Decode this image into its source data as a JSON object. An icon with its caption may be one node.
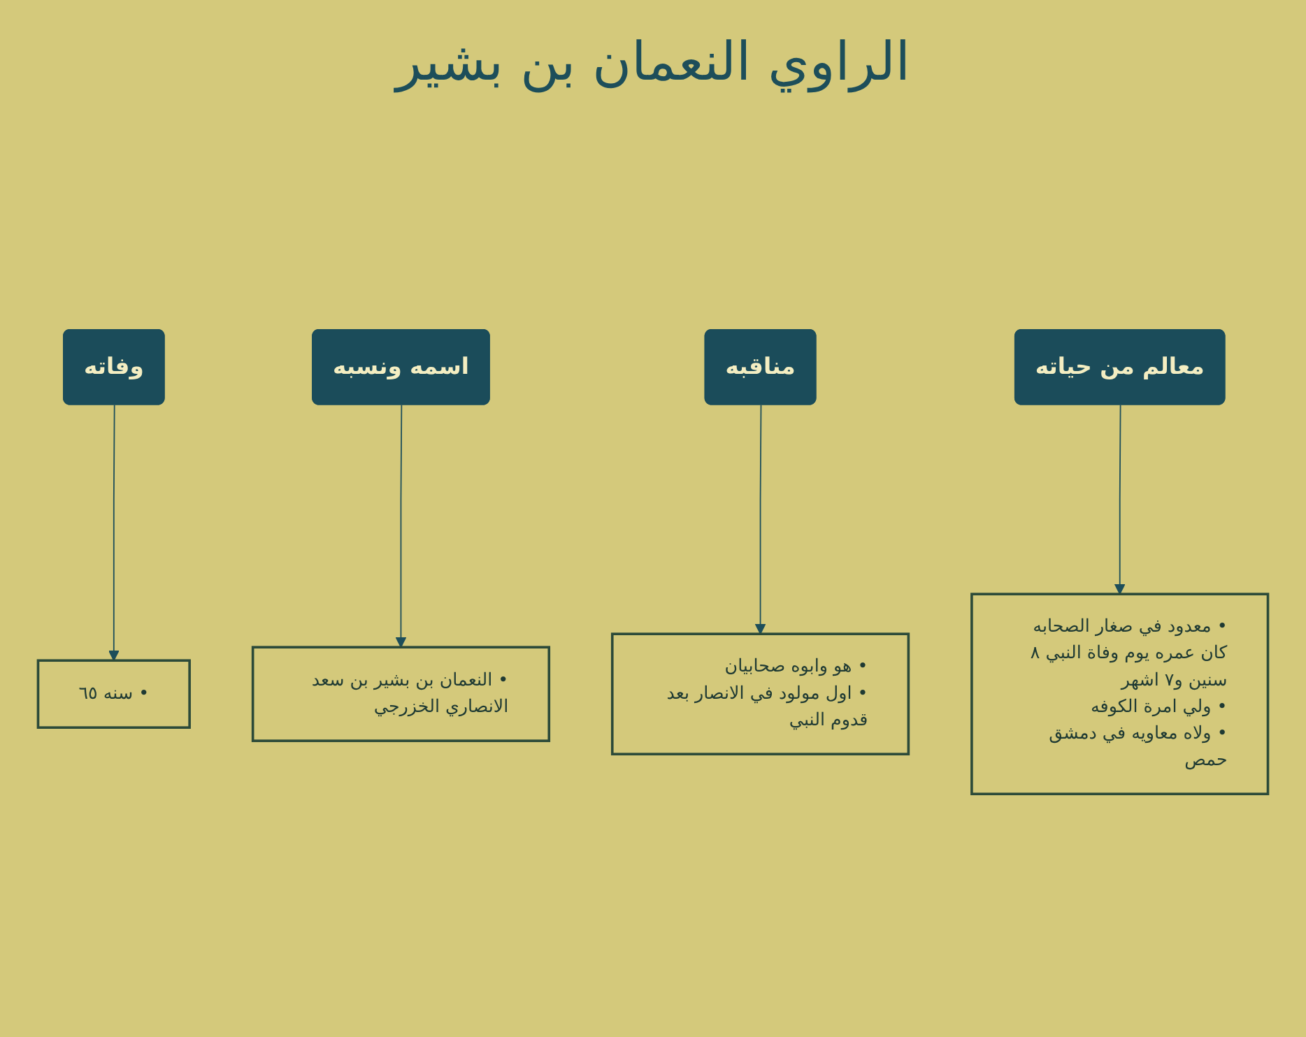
{
  "diagram": {
    "title": "الراوي النعمان بن بشير",
    "nodes": [
      {
        "text": [
          "• هو وابوه صحابيان",
          "• اول مولود في الانصار بعد قدوم النبي"
        ]
      },
      {
        "text": [
          "مناقبه"
        ]
      },
      {
        "text": [
          "معالم من حياته"
        ]
      },
      {
        "text": [
          "وفاته"
        ]
      },
      {
        "text": [
          "اسمه ونسبه"
        ]
      },
      {
        "text": [
          "• معدود في صغار الصحابه كان عمره يوم وفاة النبي ٨ سنين و٧ اشهر",
          "• ولي امرة الكوفه",
          "• ولاه معاويه في دمشق حمص"
        ]
      },
      {
        "text": [
          "• النعمان بن بشير بن سعد الانصاري الخزرجي"
        ]
      },
      {
        "text": [
          "• سنه ٦٥"
        ]
      }
    ],
    "edges": [
      {
        "from": 1,
        "to": 0,
        "arrow": "to"
      },
      {
        "from": 2,
        "to": 5,
        "arrow": "to"
      },
      {
        "from": 4,
        "to": 6,
        "arrow": "to"
      },
      {
        "from": 3,
        "to": 7,
        "arrow": "to"
      }
    ]
  }
}
